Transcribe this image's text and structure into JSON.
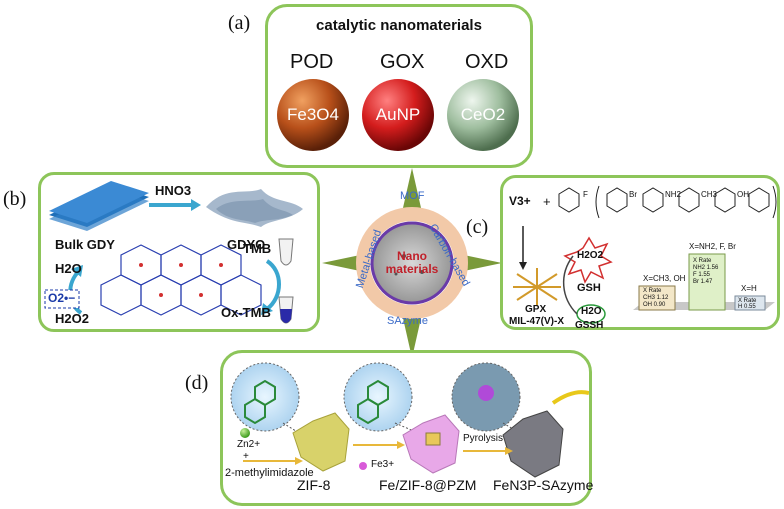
{
  "panels": {
    "a": {
      "label": "(a)",
      "title": "catalytic nanomaterials",
      "items": [
        {
          "enzyme": "POD",
          "material": "Fe3O4",
          "color": "#b8501a"
        },
        {
          "enzyme": "GOX",
          "material": "AuNP",
          "color": "#d41d1d"
        },
        {
          "enzyme": "OXD",
          "material": "CeO2",
          "color": "#9fbe9f"
        }
      ]
    },
    "b": {
      "label": "(b)",
      "reagent": "HNO3",
      "bulk": "Bulk GDY",
      "gdyo": "GDYO",
      "h2o": "H2O",
      "o2": "O2•−",
      "h2o2": "H2O2",
      "tmb": "TMB",
      "oxtmb": "Ox-TMB"
    },
    "center": {
      "core": "Nano materials",
      "ring": [
        "MOF",
        "Carbon-based",
        "SAzyme",
        "Metal-based"
      ]
    },
    "c": {
      "label": "(c)",
      "v3": "V3+",
      "plus": "+",
      "h2o2": "H2O2",
      "gsh": "GSH",
      "h2o": "H2O",
      "gssh": "GSSH",
      "gpx": "GPX",
      "mil": "MIL-47(V)-X",
      "bar_labels": [
        "X=CH3, OH",
        "X=NH2, F, Br",
        "X=H"
      ],
      "bar_tables": [
        [
          "X    Rate",
          "CH3 1.12",
          "OH  0.90"
        ],
        [
          "X    Rate",
          "NH2 1.56",
          "F   1.55",
          "Br  1.47"
        ],
        [
          "X    Rate",
          "H   0.55"
        ]
      ],
      "substituents": [
        "F",
        "Br",
        "NH2",
        "CH3",
        "OH"
      ]
    },
    "d": {
      "label": "(d)",
      "zn": "Zn2+",
      "plus": "+",
      "linker": "2-methylimidazole",
      "fe": "Fe3+",
      "pyrolysis": "Pyrolysis",
      "zif": "ZIF-8",
      "fezif": "Fe/ZIF-8@PZM",
      "fen3": "FeN3P-SAzyme"
    }
  },
  "colors": {
    "panel_border": "#8dc55a",
    "arrow": "#3aa6cf",
    "star": "#7a9a3a"
  }
}
